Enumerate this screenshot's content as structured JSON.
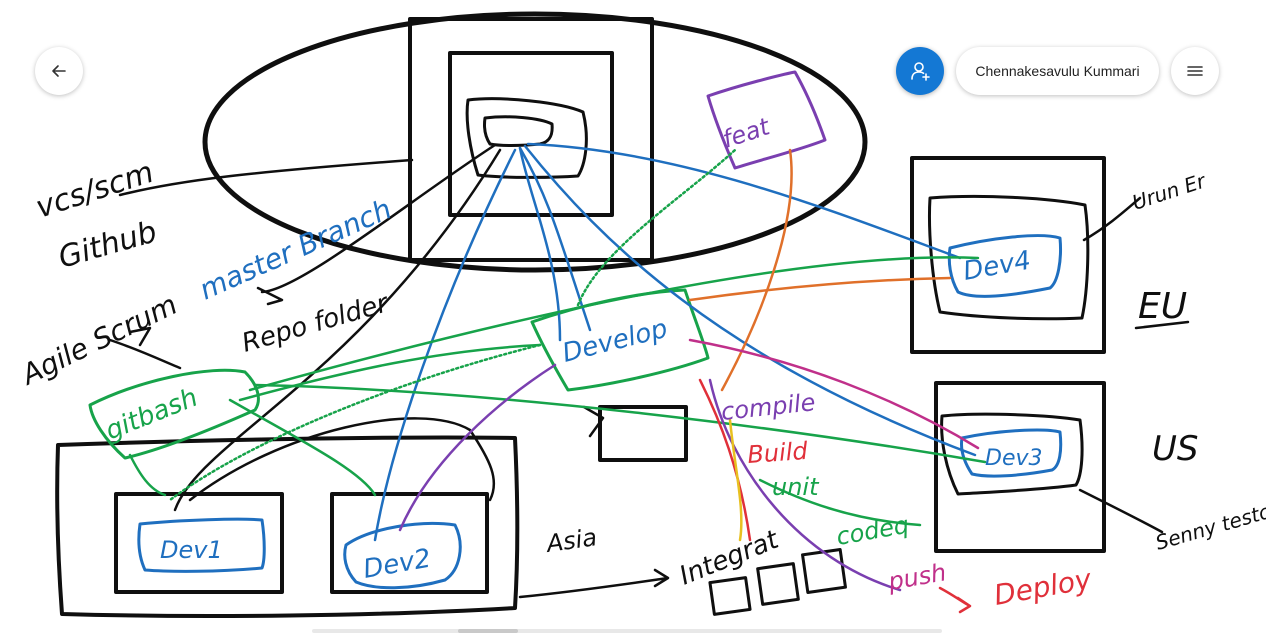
{
  "toolbar": {
    "user_name": "Chennakesavulu Kummari",
    "back_icon": "arrow-left-icon",
    "share_icon": "add-person-icon",
    "menu_icon": "hamburger-icon",
    "share_color": "#1478d4"
  },
  "diagram": {
    "labels": {
      "vcs": "vcs/scm",
      "github": "Github",
      "agile": "Agile Scrum",
      "gitbash": "gitbash",
      "master": "master Branch",
      "repo": "Repo folder",
      "feature": "feat",
      "develop": "Develop",
      "dev1": "Dev1",
      "dev2": "Dev2",
      "dev3": "Dev3",
      "dev4": "Dev4",
      "asia": "Asia",
      "eu": "EU",
      "us": "US",
      "integrated": "Integrat",
      "compile": "compile",
      "build": "Build",
      "unit": "unit",
      "codeq": "codeq",
      "push": "push",
      "deploy": "Deploy",
      "sr_eu": "Urun Er",
      "sr_us": "Senny testor"
    },
    "colors": {
      "ink": "#0f0f0f",
      "blue": "#1f6fbf",
      "green": "#17a34a",
      "purple": "#7a3fb0",
      "orange": "#e0702a",
      "red": "#e0303a",
      "yellow": "#e8c020",
      "magenta": "#c0308a"
    }
  }
}
